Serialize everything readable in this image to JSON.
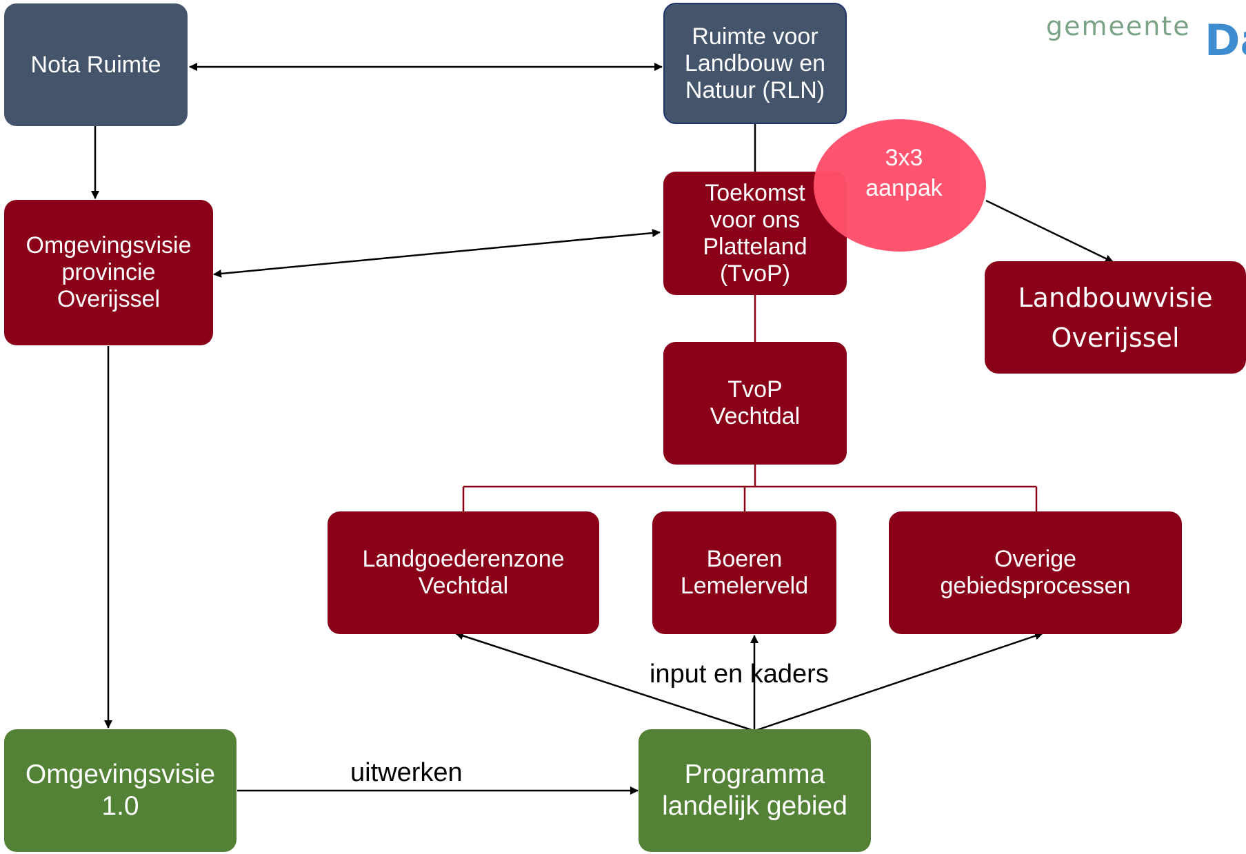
{
  "logo": {
    "word": "gemeente",
    "letter": "Da"
  },
  "nodes": {
    "nota_ruimte": "Nota Ruimte",
    "rln": "Ruimte voor\nLandbouw en\nNatuur (RLN)",
    "omgevingsvisie_provincie": "Omgevingsvisie\nprovincie\nOverijssel",
    "tvop": "Toekomst\nvoor ons\nPlatteland\n(TvoP)",
    "aanpak": "3x3\naanpak",
    "landbouwvisie": "Landbouwvisie\nOverijssel",
    "tvop_vechtdal": "TvoP\nVechtdal",
    "landgoederenzone": "Landgoederenzone\nVechtdal",
    "boeren": "Boeren\nLemelerveld",
    "overige": "Overige\ngebiedsprocessen",
    "omgevingsvisie_1": "Omgevingsvisie\n1.0",
    "programma": "Programma\nlandelijk gebied"
  },
  "labels": {
    "input": "input en kaders",
    "uitwerken": "uitwerken"
  },
  "colors": {
    "slate": "#44546a",
    "red": "#8a0019",
    "green": "#538135",
    "pink": "#ff4f6b",
    "line_dark": "#000000",
    "line_red": "#8a0019"
  }
}
